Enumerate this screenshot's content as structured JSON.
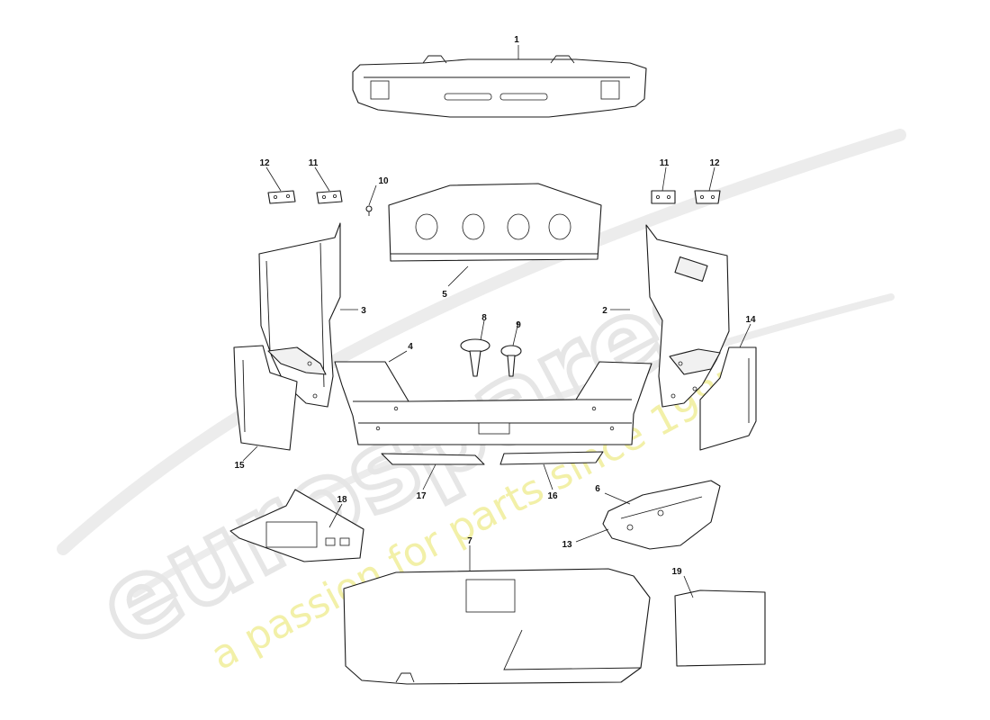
{
  "watermark": {
    "logo_text": "eurospares",
    "tagline": "a passion for parts since 1985",
    "logo_color": "#e6e6e6",
    "tagline_color": "#f2f0a8"
  },
  "callouts": [
    {
      "id": "c1",
      "label": "1"
    },
    {
      "id": "c2",
      "label": "2"
    },
    {
      "id": "c3",
      "label": "3"
    },
    {
      "id": "c4",
      "label": "4"
    },
    {
      "id": "c5",
      "label": "5"
    },
    {
      "id": "c6",
      "label": "6"
    },
    {
      "id": "c7",
      "label": "7"
    },
    {
      "id": "c8",
      "label": "8"
    },
    {
      "id": "c9",
      "label": "9"
    },
    {
      "id": "c10",
      "label": "10"
    },
    {
      "id": "c11a",
      "label": "11"
    },
    {
      "id": "c11b",
      "label": "11"
    },
    {
      "id": "c12a",
      "label": "12"
    },
    {
      "id": "c12b",
      "label": "12"
    },
    {
      "id": "c13",
      "label": "13"
    },
    {
      "id": "c14",
      "label": "14"
    },
    {
      "id": "c15",
      "label": "15"
    },
    {
      "id": "c16",
      "label": "16"
    },
    {
      "id": "c17",
      "label": "17"
    },
    {
      "id": "c18",
      "label": "18"
    },
    {
      "id": "c19",
      "label": "19"
    }
  ]
}
